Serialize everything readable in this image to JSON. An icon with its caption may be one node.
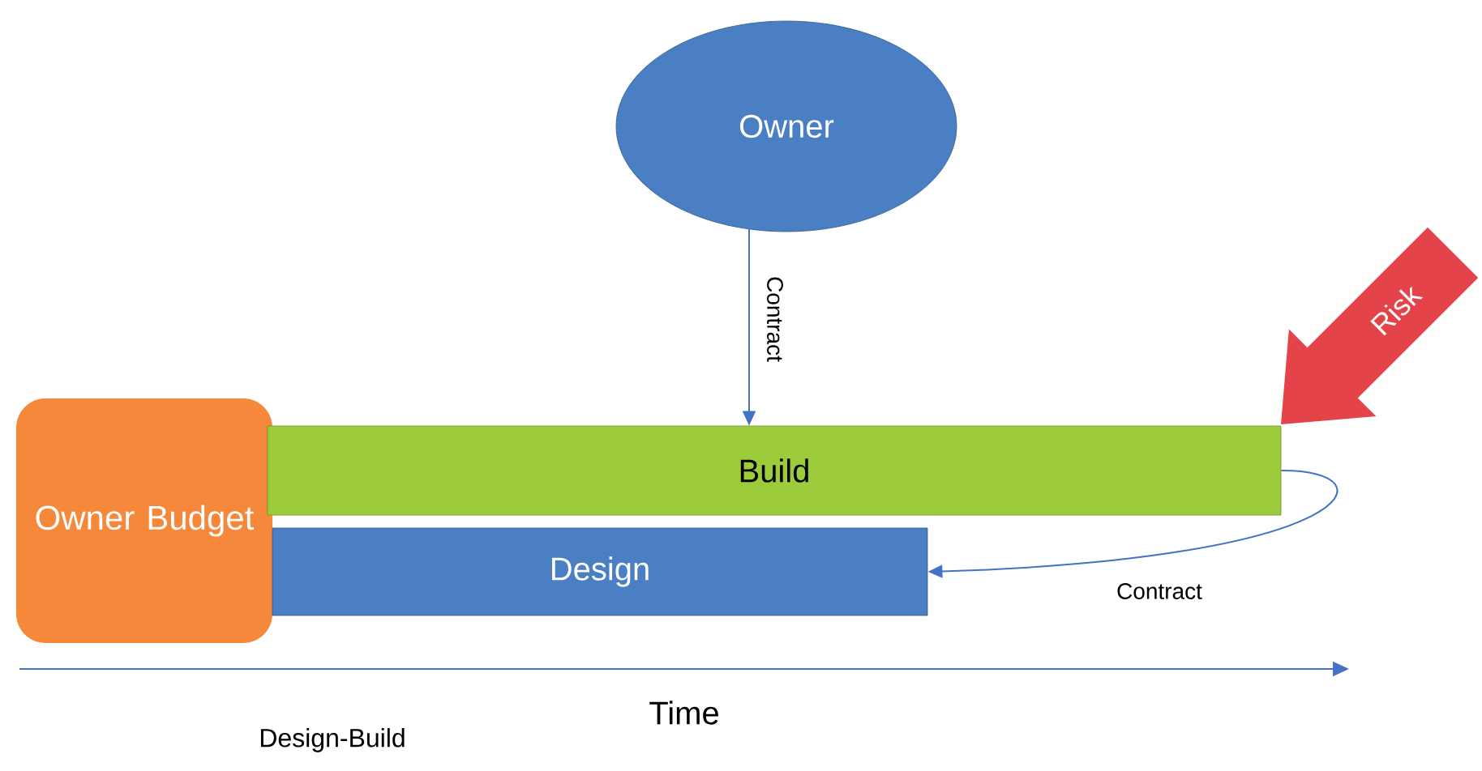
{
  "diagram": {
    "nodes": [
      {
        "text": [
          "Owner"
        ]
      },
      {
        "text": [
          "Owner Budget"
        ]
      },
      {
        "text": [
          "Build"
        ]
      },
      {
        "text": [
          "Design"
        ]
      },
      {
        "text": [
          "Risk"
        ]
      }
    ],
    "edges": [
      {
        "from": 0,
        "to": 2,
        "arrow": "to",
        "label": "Contract"
      },
      {
        "from": 2,
        "to": 3,
        "arrow": "to",
        "label": "Contract"
      }
    ],
    "labels": [
      "Time",
      "Design-Build"
    ]
  }
}
